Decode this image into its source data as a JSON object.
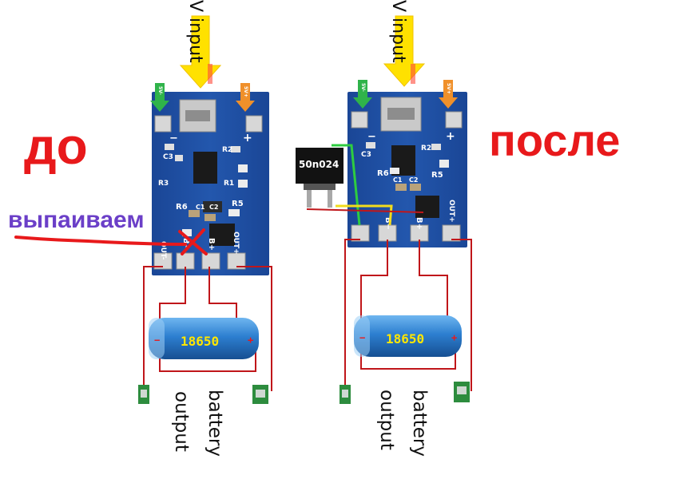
{
  "labels": {
    "before": "до",
    "after": "после",
    "desolder": "выпаиваем",
    "mosfet": "50n024",
    "input_text": "V input",
    "output": "output",
    "battery": "battery",
    "cell": "18650",
    "pin_5v_green": "5V-",
    "pin_5v_orange": "5V+",
    "pcb": {
      "minus": "−",
      "plus": "+",
      "c3": "C3",
      "r2": "R2",
      "r3": "R3",
      "r6": "R6",
      "r5": "R5",
      "r1": "R1",
      "c1": "C1",
      "c2": "C2",
      "out_minus": "OUT-",
      "out_plus": "OUT+",
      "b_minus": "B−",
      "b_plus": "B+"
    }
  },
  "colors": {
    "red_label": "#e8191b",
    "purple_label": "#6b3fc8",
    "pcb": "#1e4fa1",
    "arrow_yellow": "#ffe100",
    "arrow_green": "#2fb34a",
    "arrow_orange": "#f0902a",
    "wire_red": "#c0161a",
    "wire_green": "#2ecc40",
    "wire_yellow": "#f2dc1c",
    "cell_blue": "#2d7fd0",
    "cell_text": "#ffe600"
  }
}
